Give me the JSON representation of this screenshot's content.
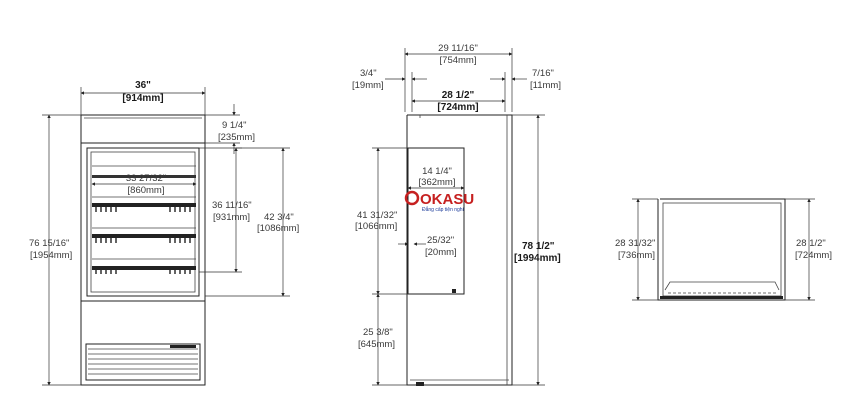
{
  "front_view": {
    "width_in": "36\"",
    "width_mm": "[914mm]",
    "header_in": "9 1/4\"",
    "header_mm": "[235mm]",
    "shelf_in": "33 27/32\"",
    "shelf_mm": "[860mm]",
    "opening_in": "36 11/16\"",
    "opening_mm": "[931mm]",
    "display_in": "42 3/4\"",
    "display_mm": "[1086mm]",
    "height_in": "76 15/16\"",
    "height_mm": "[1954mm]"
  },
  "side_view": {
    "depth_in": "29 11/16\"",
    "depth_mm": "[754mm]",
    "left_gap_in": "3/4\"",
    "left_gap_mm": "[19mm]",
    "right_gap_in": "7/16\"",
    "right_gap_mm": "[11mm]",
    "body_in": "28 1/2\"",
    "body_mm": "[724mm]",
    "panel_in": "14 1/4\"",
    "panel_mm": "[362mm]",
    "mid_in": "41 31/32\"",
    "mid_mm": "[1066mm]",
    "small_in": "25/32\"",
    "small_mm": "[20mm]",
    "base_in": "25 3/8\"",
    "base_mm": "[645mm]",
    "height_in": "78 1/2\"",
    "height_mm": "[1994mm]",
    "logo_brand": "OKASU",
    "logo_tagline": "Đẳng cấp tiện nghi"
  },
  "top_view": {
    "depth_in": "28 31/32\"",
    "depth_mm": "[736mm]",
    "body_in": "28 1/2\"",
    "body_mm": "[724mm]"
  },
  "colors": {
    "line": "#222222",
    "logo_red": "#c62020",
    "logo_blue": "#1a3a9a"
  }
}
